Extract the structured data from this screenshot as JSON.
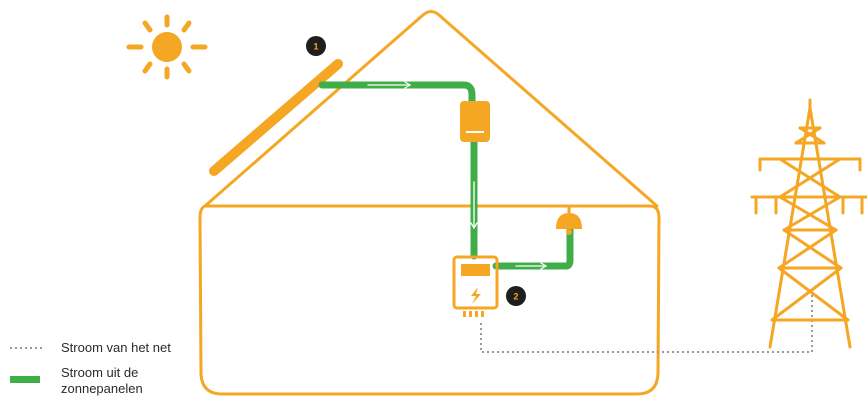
{
  "colors": {
    "house": "#f5a623",
    "solar_flow": "#3fae49",
    "grid_line": "#9a9a9a",
    "badge_bg": "#1e1e1e",
    "background": "#ffffff"
  },
  "icons": {
    "sun": "sun-icon",
    "solar_panel": "solar-panel-icon",
    "inverter": "inverter-icon",
    "lamp": "lamp-icon",
    "meter": "electricity-meter-icon",
    "pylon": "power-pylon-icon"
  },
  "markers": [
    {
      "id": "1",
      "label": "1"
    },
    {
      "id": "2",
      "label": "2"
    }
  ],
  "legend": {
    "grid_label": "Stroom van het net",
    "solar_label": "Stroom uit de zonnepanelen"
  }
}
